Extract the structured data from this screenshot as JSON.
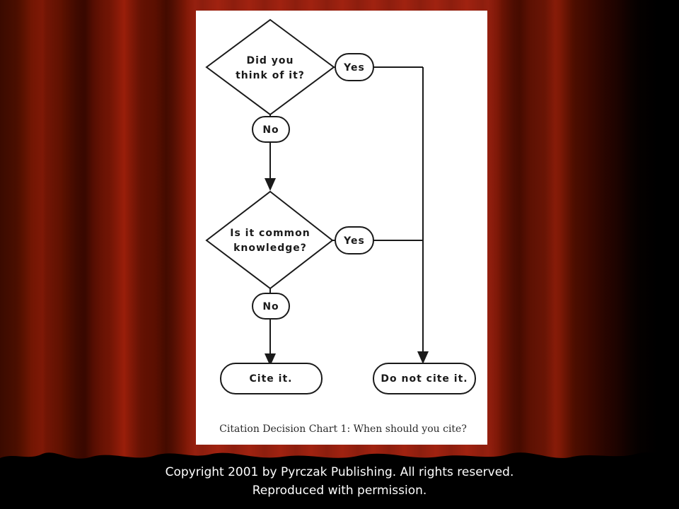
{
  "flowchart": {
    "q1_line1": "Did you",
    "q1_line2": "think of it?",
    "q1_yes": "Yes",
    "q1_no": "No",
    "q2_line1": "Is it common",
    "q2_line2": "knowledge?",
    "q2_yes": "Yes",
    "q2_no": "No",
    "end_cite": "Cite it.",
    "end_no_cite": "Do not cite it.",
    "caption": "Citation Decision Chart 1: When should you cite?"
  },
  "footer": {
    "line1": "Copyright 2001 by Pyrczak Publishing.  All rights reserved.",
    "line2": "Reproduced with permission."
  },
  "colors": {
    "curtain_red": "#a02210",
    "curtain_dark": "#1a0200",
    "panel_bg": "#ffffff",
    "ink": "#1a1a1a"
  }
}
